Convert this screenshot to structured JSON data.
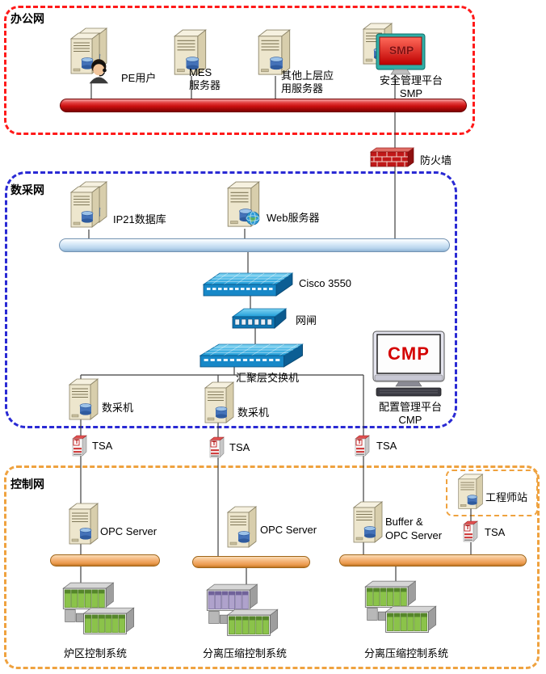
{
  "zones": {
    "office_label": "办公网",
    "daq_label": "数采网",
    "control_label": "控制网"
  },
  "office": {
    "pe_user_label": "PE用户",
    "mes_label_line1": "MES",
    "mes_label_line2": "服务器",
    "other_app_label_line1": "其他上层应",
    "other_app_label_line2": "用服务器",
    "smp_label_line1": "安全管理平台",
    "smp_label_line2": "SMP",
    "smp_screen_text": "SMP"
  },
  "firewall_label": "防火墙",
  "daq": {
    "ip21_label": "IP21数据库",
    "web_label": "Web服务器",
    "cisco_label": "Cisco 3550",
    "gateway_label": "网闸",
    "agg_switch_label": "汇聚层交换机",
    "daq_machine1_label": "数采机",
    "daq_machine2_label": "数采机",
    "cmp_screen_text": "CMP",
    "cmp_label_line1": "配置管理平台",
    "cmp_label_line2": "CMP"
  },
  "tsa": {
    "letter": "T",
    "tsa1_label": "TSA",
    "tsa2_label": "TSA",
    "tsa3_label": "TSA",
    "tsa4_label": "TSA"
  },
  "control": {
    "engineer_label": "工程师站",
    "opc1_label": "OPC Server",
    "opc2_label": "OPC Server",
    "buffer_label_line1": "Buffer &",
    "buffer_label_line2": "OPC Server",
    "system1_label": "炉区控制系统",
    "system2_label": "分离压缩控制系统",
    "system3_label": "分离压缩控制系统"
  },
  "colors": {
    "office_border": "#FF1A1A",
    "daq_border": "#2A2AD4",
    "control_border": "#EFA23F",
    "office_bus": "#CC1111",
    "daq_bus": "#BDD7EE",
    "control_bus": "#F0A868",
    "switch_blue": "#1E9CD8",
    "firewall_red": "#C01818"
  }
}
